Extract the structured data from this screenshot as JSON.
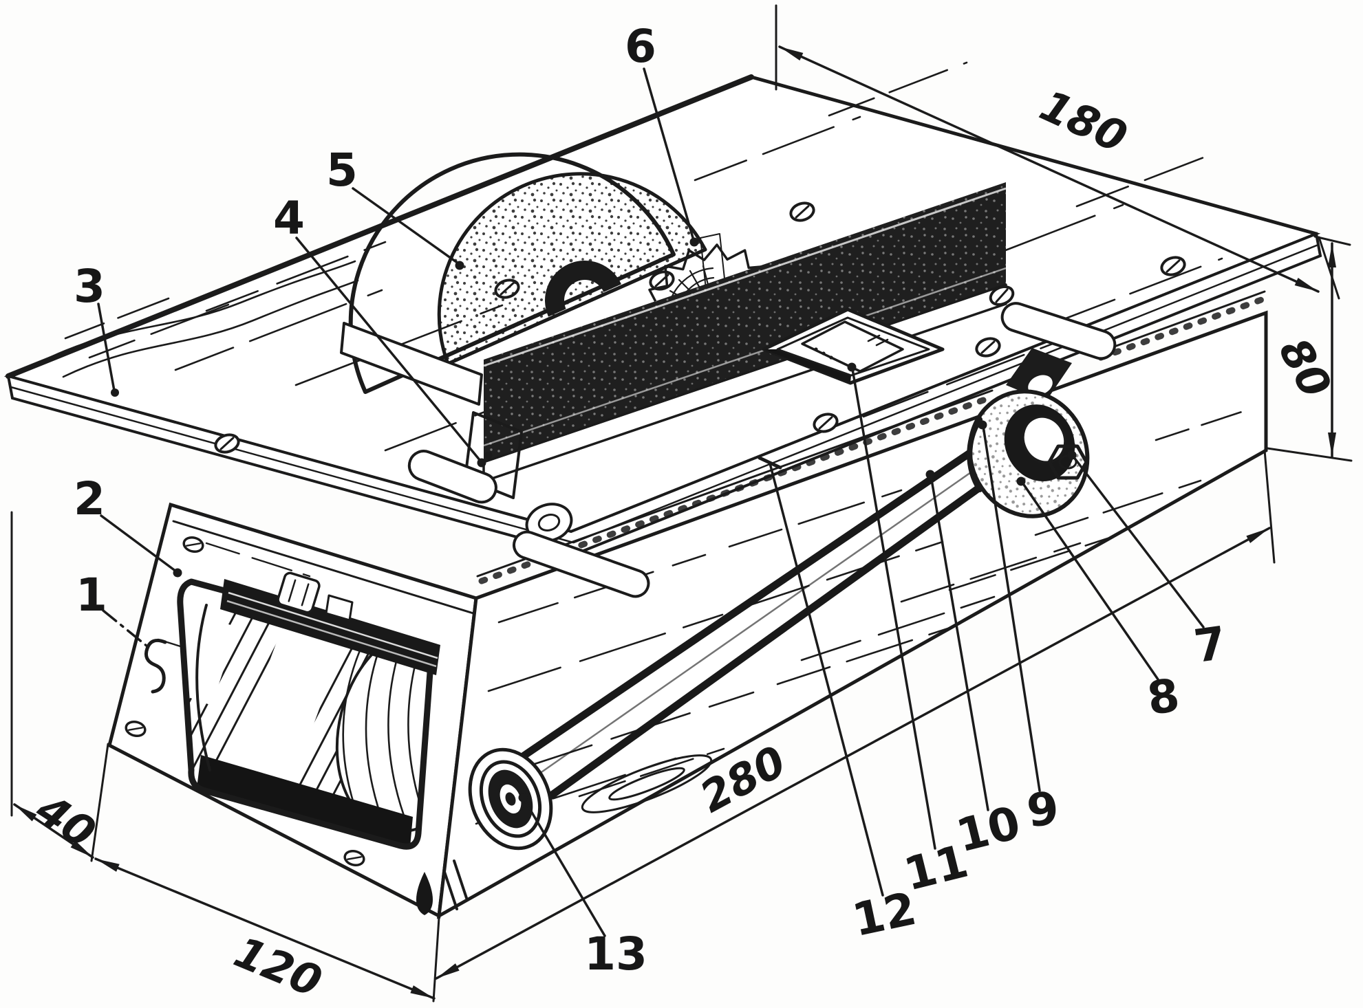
{
  "figure": {
    "kind": "technical-illustration",
    "subject": "miniature bench circular saw, isometric cutaway drawing",
    "ink_color": "#1b1b1b",
    "paper_color": "#fdfdfc",
    "callouts": {
      "c1": "1",
      "c2": "2",
      "c3": "3",
      "c4": "4",
      "c5": "5",
      "c6": "6",
      "c7": "7",
      "c8": "8",
      "c9": "9",
      "c10": "10",
      "c11": "11",
      "c12": "12",
      "c13": "13"
    },
    "dimensions": {
      "d180": "180",
      "d80": "80",
      "d280": "280",
      "d120": "120",
      "d40": "40"
    }
  }
}
